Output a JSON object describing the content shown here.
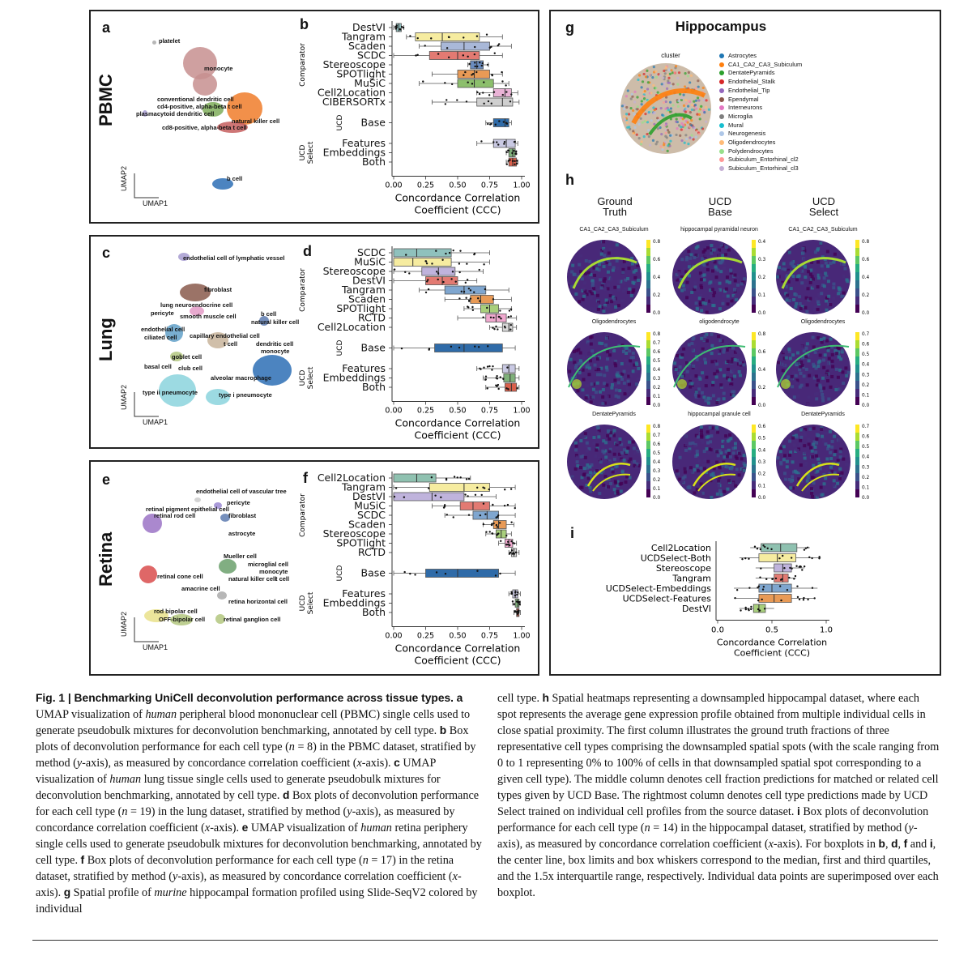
{
  "panels": {
    "a": "a",
    "b": "b",
    "c": "c",
    "d": "d",
    "e": "e",
    "f": "f",
    "g": "g",
    "h": "h",
    "i": "i"
  },
  "tissues": {
    "pbmc": "PBMC",
    "lung": "Lung",
    "retina": "Retina"
  },
  "umap_axes": {
    "x": "UMAP1",
    "y": "UMAP2"
  },
  "pbmc_labels": [
    "platelet",
    "monocyte",
    "conventional dendritic cell",
    "cd4-positive, alpha-beta t cell",
    "plasmacytoid dendritic cell",
    "natural killer cell",
    "cd8-positive, alpha-beta t cell",
    "b cell"
  ],
  "lung_labels": [
    "endothelial cell of lymphatic vessel",
    "fibroblast",
    "lung neuroendocrine cell",
    "pericyte",
    "smooth muscle cell",
    "b cell",
    "natural killer cell",
    "endothelial cell",
    "capillary endothelial cell",
    "ciliated cell",
    "t cell",
    "dendritic cell",
    "monocyte",
    "goblet cell",
    "basal cell",
    "club cell",
    "alveolar macrophage",
    "type ii pneumocyte",
    "type i pneumocyte"
  ],
  "retina_labels": [
    "endothelial cell of vascular tree",
    "pericyte",
    "retinal pigment epithelial cell",
    "retinal rod cell",
    "fibroblast",
    "astrocyte",
    "Mueller cell",
    "microglial cell",
    "monocyte",
    "retinal cone cell",
    "natural killer cell",
    "t cell",
    "amacrine cell",
    "retina horizontal cell",
    "rod bipolar cell",
    "OFF-bipolar cell",
    "retinal ganglion cell"
  ],
  "box_axis": {
    "xlabel1": "Concordance Correlation",
    "xlabel2": "Coefficient (CCC)",
    "ticks": [
      "0.00",
      "0.25",
      "0.50",
      "0.75",
      "1.00"
    ],
    "comparator": "Comparator",
    "ucd": "UCD",
    "ucd_select1": "UCD",
    "ucd_select2": "Select"
  },
  "chart_data": [
    {
      "type": "box",
      "panel": "b",
      "title": "",
      "xlabel": "Concordance Correlation Coefficient (CCC)",
      "xlim": [
        0,
        1
      ],
      "groups": [
        {
          "name": "DestVI",
          "q1": 0.02,
          "median": 0.04,
          "q3": 0.06,
          "lo": 0.0,
          "hi": 0.08,
          "color": "#8fbcbb",
          "group": "Comparator"
        },
        {
          "name": "Tangram",
          "q1": 0.17,
          "median": 0.38,
          "q3": 0.67,
          "lo": 0.1,
          "hi": 0.85,
          "color": "#f6eca0",
          "group": "Comparator"
        },
        {
          "name": "Scaden",
          "q1": 0.37,
          "median": 0.55,
          "q3": 0.75,
          "lo": 0.2,
          "hi": 0.92,
          "color": "#a9b8d8",
          "group": "Comparator"
        },
        {
          "name": "SCDC",
          "q1": 0.28,
          "median": 0.5,
          "q3": 0.67,
          "lo": 0.0,
          "hi": 0.85,
          "color": "#e27a72",
          "group": "Comparator"
        },
        {
          "name": "Stereoscope",
          "q1": 0.6,
          "median": 0.65,
          "q3": 0.7,
          "lo": 0.58,
          "hi": 0.74,
          "color": "#6a8cbf",
          "group": "Comparator"
        },
        {
          "name": "SPOTlight",
          "q1": 0.5,
          "median": 0.63,
          "q3": 0.75,
          "lo": 0.3,
          "hi": 0.85,
          "color": "#e89a56",
          "group": "Comparator"
        },
        {
          "name": "MuSiC",
          "q1": 0.5,
          "median": 0.63,
          "q3": 0.78,
          "lo": 0.2,
          "hi": 0.9,
          "color": "#8cbf6c",
          "group": "Comparator"
        },
        {
          "name": "Cell2Location",
          "q1": 0.78,
          "median": 0.87,
          "q3": 0.92,
          "lo": 0.65,
          "hi": 0.97,
          "color": "#e9b3d6",
          "group": "Comparator"
        },
        {
          "name": "CIBERSORTx",
          "q1": 0.65,
          "median": 0.85,
          "q3": 0.93,
          "lo": 0.3,
          "hi": 0.98,
          "color": "#cfcfcf",
          "group": "Comparator"
        },
        {
          "name": "Base",
          "q1": 0.78,
          "median": 0.87,
          "q3": 0.9,
          "lo": 0.72,
          "hi": 0.92,
          "color": "#2f6ba8",
          "group": "UCD"
        },
        {
          "name": "Features",
          "q1": 0.78,
          "median": 0.88,
          "q3": 0.95,
          "lo": 0.65,
          "hi": 0.97,
          "color": "#c9c9e3",
          "group": "UCD Select"
        },
        {
          "name": "Embeddings",
          "q1": 0.9,
          "median": 0.93,
          "q3": 0.95,
          "lo": 0.88,
          "hi": 0.96,
          "color": "#7fb07a",
          "group": "UCD Select"
        },
        {
          "name": "Both",
          "q1": 0.9,
          "median": 0.93,
          "q3": 0.96,
          "lo": 0.88,
          "hi": 0.97,
          "color": "#d95f4b",
          "group": "UCD Select"
        }
      ]
    },
    {
      "type": "box",
      "panel": "d",
      "title": "",
      "xlabel": "Concordance Correlation Coefficient (CCC)",
      "xlim": [
        0,
        1
      ],
      "groups": [
        {
          "name": "SCDC",
          "q1": 0.0,
          "median": 0.18,
          "q3": 0.45,
          "lo": 0.0,
          "hi": 0.75,
          "color": "#8fc1bd",
          "group": "Comparator"
        },
        {
          "name": "MuSiC",
          "q1": 0.0,
          "median": 0.15,
          "q3": 0.45,
          "lo": 0.0,
          "hi": 0.75,
          "color": "#f6eca0",
          "group": "Comparator"
        },
        {
          "name": "Stereoscope",
          "q1": 0.22,
          "median": 0.35,
          "q3": 0.48,
          "lo": 0.0,
          "hi": 0.7,
          "color": "#bfb3dc",
          "group": "Comparator"
        },
        {
          "name": "DestVI",
          "q1": 0.25,
          "median": 0.38,
          "q3": 0.5,
          "lo": 0.0,
          "hi": 0.65,
          "color": "#e27a72",
          "group": "Comparator"
        },
        {
          "name": "Tangram",
          "q1": 0.4,
          "median": 0.55,
          "q3": 0.72,
          "lo": 0.2,
          "hi": 0.9,
          "color": "#7fa6cf",
          "group": "Comparator"
        },
        {
          "name": "Scaden",
          "q1": 0.6,
          "median": 0.68,
          "q3": 0.78,
          "lo": 0.4,
          "hi": 0.92,
          "color": "#e89a56",
          "group": "Comparator"
        },
        {
          "name": "SPOTlight",
          "q1": 0.68,
          "median": 0.75,
          "q3": 0.82,
          "lo": 0.55,
          "hi": 0.92,
          "color": "#a8cf7c",
          "group": "Comparator"
        },
        {
          "name": "RCTD",
          "q1": 0.72,
          "median": 0.8,
          "q3": 0.88,
          "lo": 0.5,
          "hi": 0.96,
          "color": "#f0a9cf",
          "group": "Comparator"
        },
        {
          "name": "Cell2Location",
          "q1": 0.85,
          "median": 0.9,
          "q3": 0.93,
          "lo": 0.75,
          "hi": 0.96,
          "color": "#d8d8d8",
          "group": "Comparator"
        },
        {
          "name": "Base",
          "q1": 0.32,
          "median": 0.55,
          "q3": 0.85,
          "lo": 0.0,
          "hi": 0.95,
          "color": "#2f6ba8",
          "group": "UCD"
        },
        {
          "name": "Features",
          "q1": 0.85,
          "median": 0.9,
          "q3": 0.95,
          "lo": 0.65,
          "hi": 0.98,
          "color": "#c9c9e3",
          "group": "UCD Select"
        },
        {
          "name": "Embeddings",
          "q1": 0.86,
          "median": 0.91,
          "q3": 0.95,
          "lo": 0.7,
          "hi": 0.98,
          "color": "#7fb07a",
          "group": "UCD Select"
        },
        {
          "name": "Both",
          "q1": 0.87,
          "median": 0.92,
          "q3": 0.96,
          "lo": 0.72,
          "hi": 0.98,
          "color": "#d95f4b",
          "group": "UCD Select"
        }
      ]
    },
    {
      "type": "box",
      "panel": "f",
      "title": "",
      "xlabel": "Concordance Correlation Coefficient (CCC)",
      "xlim": [
        0,
        1
      ],
      "groups": [
        {
          "name": "Cell2Location",
          "q1": 0.0,
          "median": 0.18,
          "q3": 0.33,
          "lo": 0.0,
          "hi": 0.6,
          "color": "#8fc1b0",
          "group": "Comparator"
        },
        {
          "name": "Tangram",
          "q1": 0.28,
          "median": 0.55,
          "q3": 0.75,
          "lo": 0.0,
          "hi": 0.95,
          "color": "#f6eca0",
          "group": "Comparator"
        },
        {
          "name": "DestVI",
          "q1": 0.0,
          "median": 0.3,
          "q3": 0.55,
          "lo": 0.0,
          "hi": 0.8,
          "color": "#bfb3dc",
          "group": "Comparator"
        },
        {
          "name": "MuSiC",
          "q1": 0.52,
          "median": 0.62,
          "q3": 0.75,
          "lo": 0.3,
          "hi": 0.95,
          "color": "#e27a72",
          "group": "Comparator"
        },
        {
          "name": "SCDC",
          "q1": 0.62,
          "median": 0.73,
          "q3": 0.82,
          "lo": 0.4,
          "hi": 0.95,
          "color": "#7fa6cf",
          "group": "Comparator"
        },
        {
          "name": "Scaden",
          "q1": 0.78,
          "median": 0.82,
          "q3": 0.88,
          "lo": 0.7,
          "hi": 0.94,
          "color": "#e89a56",
          "group": "Comparator"
        },
        {
          "name": "Stereoscope",
          "q1": 0.8,
          "median": 0.84,
          "q3": 0.88,
          "lo": 0.72,
          "hi": 0.92,
          "color": "#a8cf7c",
          "group": "Comparator"
        },
        {
          "name": "SPOTlight",
          "q1": 0.87,
          "median": 0.9,
          "q3": 0.93,
          "lo": 0.82,
          "hi": 0.96,
          "color": "#f0a9cf",
          "group": "Comparator"
        },
        {
          "name": "RCTD",
          "q1": 0.92,
          "median": 0.94,
          "q3": 0.96,
          "lo": 0.9,
          "hi": 0.98,
          "color": "#d8d8d8",
          "group": "Comparator"
        },
        {
          "name": "Base",
          "q1": 0.25,
          "median": 0.5,
          "q3": 0.82,
          "lo": 0.0,
          "hi": 0.95,
          "color": "#2f6ba8",
          "group": "UCD"
        },
        {
          "name": "Features",
          "q1": 0.93,
          "median": 0.95,
          "q3": 0.97,
          "lo": 0.9,
          "hi": 0.99,
          "color": "#c9c9e3",
          "group": "UCD Select"
        },
        {
          "name": "Embeddings",
          "q1": 0.95,
          "median": 0.97,
          "q3": 0.98,
          "lo": 0.93,
          "hi": 0.99,
          "color": "#7fb07a",
          "group": "UCD Select"
        },
        {
          "name": "Both",
          "q1": 0.96,
          "median": 0.97,
          "q3": 0.98,
          "lo": 0.94,
          "hi": 0.99,
          "color": "#d95f4b",
          "group": "UCD Select"
        }
      ]
    },
    {
      "type": "box",
      "panel": "i",
      "title": "",
      "xlabel": "Concordance Correlation Coefficient (CCC)",
      "xlim": [
        0,
        1
      ],
      "ticks": [
        "0.0",
        "0.5",
        "1.0"
      ],
      "groups": [
        {
          "name": "Cell2Location",
          "q1": 0.4,
          "median": 0.58,
          "q3": 0.73,
          "lo": 0.3,
          "hi": 0.85,
          "color": "#8fc1b0"
        },
        {
          "name": "UCDSelect-Both",
          "q1": 0.38,
          "median": 0.55,
          "q3": 0.72,
          "lo": 0.2,
          "hi": 0.95,
          "color": "#f6eca0"
        },
        {
          "name": "Stereoscope",
          "q1": 0.52,
          "median": 0.6,
          "q3": 0.68,
          "lo": 0.35,
          "hi": 0.8,
          "color": "#bfb3dc"
        },
        {
          "name": "Tangram",
          "q1": 0.52,
          "median": 0.6,
          "q3": 0.65,
          "lo": 0.35,
          "hi": 0.72,
          "color": "#e27a72"
        },
        {
          "name": "UCDSelect-Embeddings",
          "q1": 0.38,
          "median": 0.5,
          "q3": 0.68,
          "lo": 0.15,
          "hi": 0.92,
          "color": "#7fa6cf"
        },
        {
          "name": "UCDSelect-Features",
          "q1": 0.38,
          "median": 0.52,
          "q3": 0.68,
          "lo": 0.15,
          "hi": 0.9,
          "color": "#e89a56"
        },
        {
          "name": "DestVI",
          "q1": 0.33,
          "median": 0.38,
          "q3": 0.44,
          "lo": 0.2,
          "hi": 0.52,
          "color": "#a8cf7c"
        }
      ]
    }
  ],
  "hippocampus": {
    "title": "Hippocampus",
    "cluster_label": "cluster",
    "legend": [
      {
        "name": "Astrocytes",
        "color": "#1f77b4"
      },
      {
        "name": "CA1_CA2_CA3_Subiculum",
        "color": "#ff7f0e"
      },
      {
        "name": "DentatePyramids",
        "color": "#2ca02c"
      },
      {
        "name": "Endothelial_Stalk",
        "color": "#d62728"
      },
      {
        "name": "Endothelial_Tip",
        "color": "#9467bd"
      },
      {
        "name": "Ependymal",
        "color": "#8c564b"
      },
      {
        "name": "Interneurons",
        "color": "#e377c2"
      },
      {
        "name": "Microglia",
        "color": "#7f7f7f"
      },
      {
        "name": "Mural",
        "color": "#17becf"
      },
      {
        "name": "Neurogenesis",
        "color": "#aec7e8"
      },
      {
        "name": "Oligodendrocytes",
        "color": "#ffbb78"
      },
      {
        "name": "Polydendrocytes",
        "color": "#98df8a"
      },
      {
        "name": "Subiculum_Entorhinal_cl2",
        "color": "#ff9896"
      },
      {
        "name": "Subiculum_Entorhinal_cl3",
        "color": "#c5b0d5"
      }
    ],
    "columns": [
      {
        "l1": "Ground",
        "l2": "Truth"
      },
      {
        "l1": "UCD",
        "l2": "Base"
      },
      {
        "l1": "UCD",
        "l2": "Select"
      }
    ],
    "rows": [
      {
        "subs": [
          "CA1_CA2_CA3_Subiculum",
          "hippocampal pyramidal neuron",
          "CA1_CA2_CA3_Subiculum"
        ],
        "ticks": [
          [
            "0.8",
            "0.6",
            "0.4",
            "0.2",
            "0.0"
          ],
          [
            "0.4",
            "0.3",
            "0.2",
            "0.1",
            "0.0"
          ],
          [
            "0.8",
            "0.6",
            "0.4",
            "0.2",
            "0.0"
          ]
        ]
      },
      {
        "subs": [
          "Oligodendrocytes",
          "oligodendrocyte",
          "Oligodendrocytes"
        ],
        "ticks": [
          [
            "0.8",
            "0.7",
            "0.6",
            "0.5",
            "0.4",
            "0.3",
            "0.2",
            "0.1",
            "0.0"
          ],
          [
            "0.8",
            "0.6",
            "0.4",
            "0.2",
            "0.0"
          ],
          [
            "0.7",
            "0.6",
            "0.5",
            "0.4",
            "0.3",
            "0.2",
            "0.1",
            "0.0"
          ]
        ]
      },
      {
        "subs": [
          "DentatePyramids",
          "hippocampal granule cell",
          "DentatePyramids"
        ],
        "ticks": [
          [
            "0.8",
            "0.7",
            "0.6",
            "0.5",
            "0.4",
            "0.3",
            "0.2",
            "0.1",
            "0.0"
          ],
          [
            "0.6",
            "0.5",
            "0.4",
            "0.3",
            "0.2",
            "0.1",
            "0.0"
          ],
          [
            "0.7",
            "0.6",
            "0.5",
            "0.4",
            "0.3",
            "0.2",
            "0.1",
            "0.0"
          ]
        ]
      }
    ]
  },
  "caption": {
    "left": "<b>Fig. 1 | Benchmarking UniCell deconvolution performance across tissue types.</b> <b>a</b> UMAP visualization of <i>human</i> peripheral blood mononuclear cell (PBMC) single cells used to generate pseudobulk mixtures for deconvolution benchmarking, annotated by cell type. <b>b</b> Box plots of deconvolution performance for each cell type (<i>n</i> = 8) in the PBMC dataset, stratified by method (<i>y</i>-axis), as measured by concordance correlation coefficient (<i>x</i>-axis). <b>c</b> UMAP visualization of <i>human</i> lung tissue single cells used to generate pseudobulk mixtures for deconvolution benchmarking, annotated by cell type. <b>d</b> Box plots of deconvolution performance for each cell type (<i>n</i> = 19) in the lung dataset, stratified by method (<i>y</i>-axis), as measured by concordance correlation coefficient (<i>x</i>-axis). <b>e</b> UMAP visualization of <i>human</i> retina periphery single cells used to generate pseudobulk mixtures for deconvolution benchmarking, annotated by cell type. <b>f</b> Box plots of deconvolution performance for each cell type (<i>n</i> = 17) in the retina dataset, stratified by method (<i>y</i>-axis), as measured by concordance correlation coefficient (<i>x</i>-axis). <b>g</b> Spatial profile of <i>murine</i> hippocampal formation profiled using Slide-SeqV2 colored by individual",
    "right": "cell type. <b>h</b> Spatial heatmaps representing a downsampled hippocampal dataset, where each spot represents the average gene expression profile obtained from multiple individual cells in close spatial proximity. The first column illustrates the ground truth fractions of three representative cell types comprising the downsampled spatial spots (with the scale ranging from 0 to 1 representing 0% to 100% of cells in that downsampled spatial spot corresponding to a given cell type). The middle column denotes cell fraction predictions for matched or related cell types given by UCD Base. The rightmost column denotes cell type predictions made by UCD Select trained on individual cell profiles from the source dataset. <b>i</b> Box plots of deconvolution performance for each cell type (<i>n</i> = 14) in the hippocampal dataset, stratified by method (<i>y</i>-axis), as measured by concordance correlation coefficient (<i>x</i>-axis). For boxplots in <b>b</b>, <b>d</b>, <b>f</b> and <b>i</b>, the center line, box limits and box whiskers correspond to the median, first and third quartiles, and the 1.5x interquartile range, respectively. Individual data points are superimposed over each boxplot."
  }
}
